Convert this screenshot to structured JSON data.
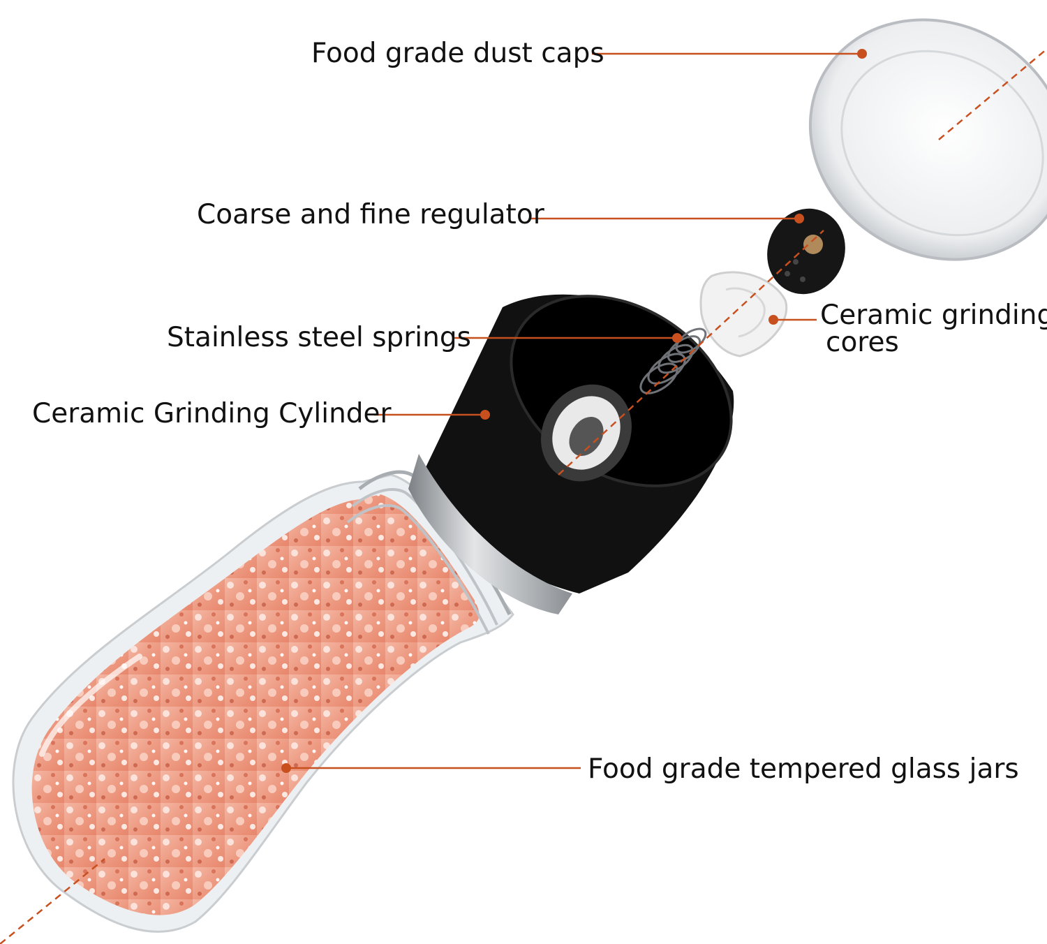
{
  "accent_color": "#c8501f",
  "labels": {
    "dust_caps": "Food grade dust caps",
    "regulator": "Coarse and fine regulator",
    "springs": "Stainless steel springs",
    "grinding_cylinder": "Ceramic Grinding Cylinder",
    "grinding_cores_line1": "Ceramic grinding",
    "grinding_cores_line2": "cores",
    "glass_jars": "Food grade tempered glass jars"
  },
  "parts": [
    {
      "id": "dust-cap",
      "color": "#e8eaec"
    },
    {
      "id": "regulator-knob",
      "color": "#1a1a1a"
    },
    {
      "id": "ceramic-core",
      "color": "#f2f2f2"
    },
    {
      "id": "spring",
      "color": "#777777"
    },
    {
      "id": "grinder-head",
      "color": "#0d0d0d"
    },
    {
      "id": "steel-band",
      "color": "#b9bcbf"
    },
    {
      "id": "glass-jar",
      "color": "#eef1f3"
    },
    {
      "id": "pink-salt",
      "color": "#ee9c84"
    }
  ]
}
